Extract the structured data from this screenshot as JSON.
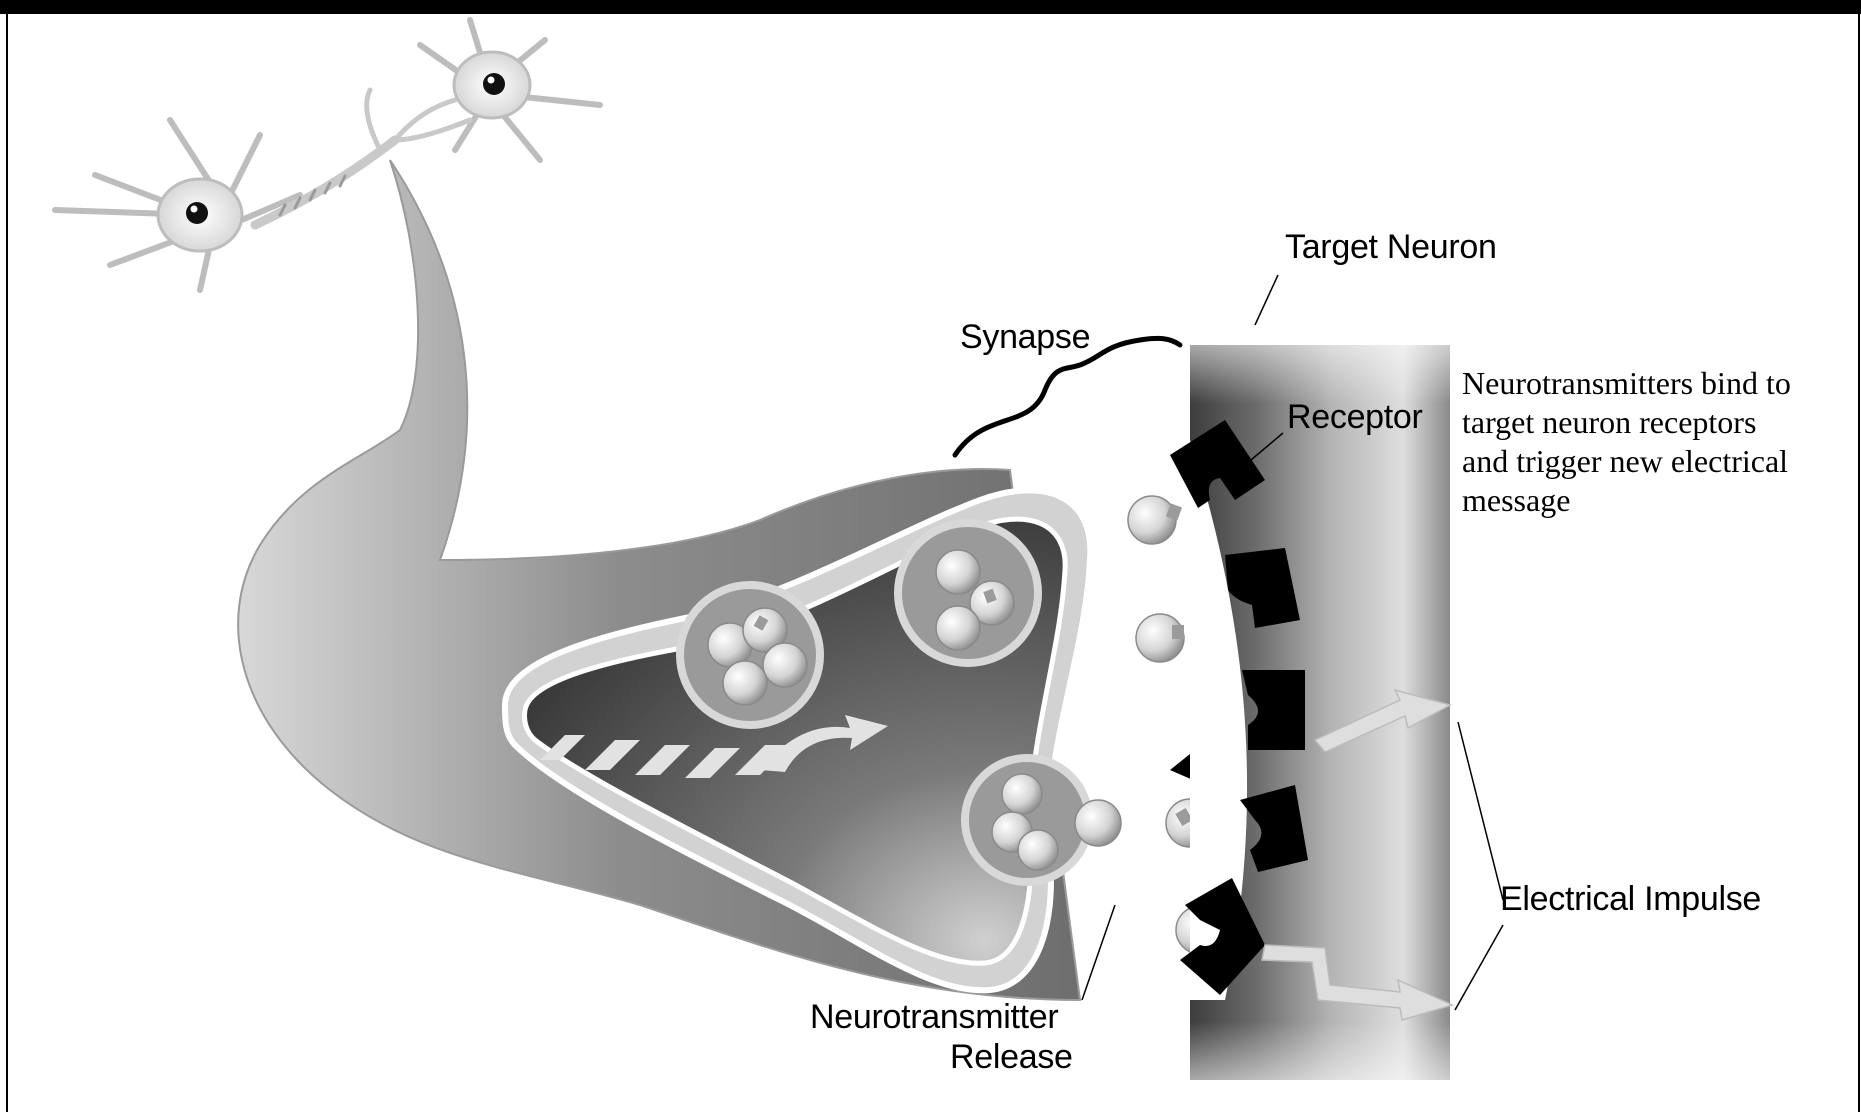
{
  "labels": {
    "target_neuron": "Target Neuron",
    "synapse": "Synapse",
    "receptor": "Receptor",
    "electrical_impulse": "Electrical Impulse",
    "nt_release_line1": "Neurotransmitter",
    "nt_release_line2": "Release"
  },
  "note": {
    "lines": [
      "Neurotransmitters bind to",
      "target neuron receptors",
      "and trigger new electrical",
      "message"
    ]
  },
  "colors": {
    "frame": "#000000",
    "axon_fill": "#8c8c8c",
    "terminal_dark": "#3a3a3a",
    "membrane": "#ffffff",
    "receptor": "#000000",
    "impulse_arrow": "#dcdcdc"
  }
}
